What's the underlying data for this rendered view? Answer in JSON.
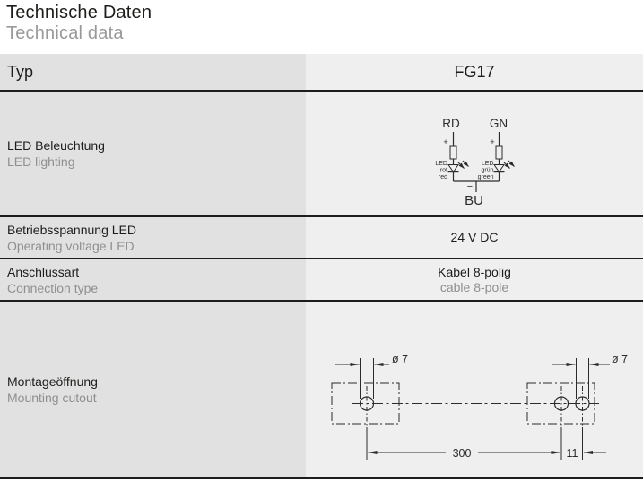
{
  "title": {
    "de": "Technische Daten",
    "en": "Technical data"
  },
  "table": {
    "header": {
      "label": "Typ",
      "value": "FG17"
    },
    "rows": {
      "led": {
        "label_de": "LED Beleuchtung",
        "label_en": "LED lighting"
      },
      "voltage": {
        "label_de": "Betriebsspannung LED",
        "label_en": "Operating voltage LED",
        "value": "24 V DC"
      },
      "connection": {
        "label_de": "Anschlussart",
        "label_en": "Connection type",
        "value_de": "Kabel 8-polig",
        "value_en": "cable 8-pole"
      },
      "mounting": {
        "label_de": "Montageöffnung",
        "label_en": "Mounting cutout"
      }
    }
  },
  "led_diagram": {
    "rd": "RD",
    "gn": "GN",
    "bu": "BU",
    "plus": "+",
    "minus": "−",
    "left_led": {
      "l1": "LED",
      "l2": "rot",
      "l3": "red"
    },
    "right_led": {
      "l1": "LED",
      "l2": "grün",
      "l3": "green"
    }
  },
  "mounting_diagram": {
    "diameter_left": "ø 7",
    "diameter_right": "ø 7",
    "hole_spacing": "300",
    "hole_offset": "11"
  },
  "colors": {
    "left_column_bg": "#e1e1e1",
    "right_column_bg": "#efefef",
    "rule": "#1d1d1b",
    "text_primary": "#1d1d1b",
    "text_secondary": "#8f8f8f",
    "drawing_stroke": "#2b2b2b"
  }
}
